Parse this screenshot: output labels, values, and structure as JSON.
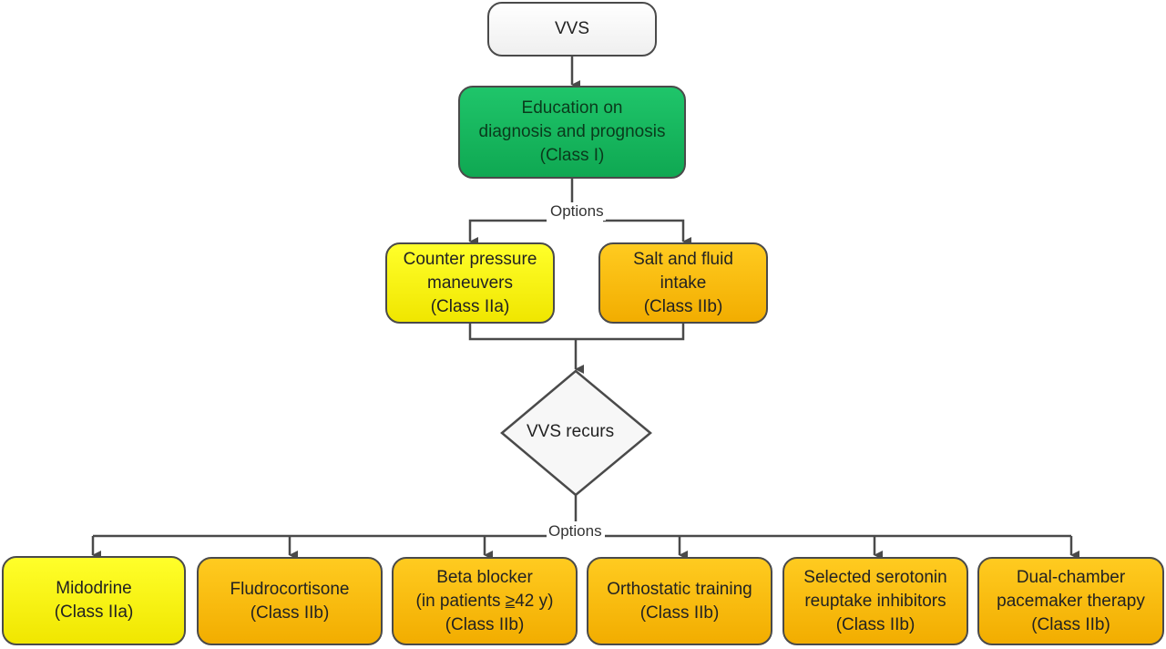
{
  "colors": {
    "class_I": "#12b35c",
    "class_IIa": "#f7f000",
    "class_IIb": "#f8bb10",
    "connector": "#4a4a4a"
  },
  "start": {
    "label": "VVS"
  },
  "education": {
    "lines": [
      "Education on",
      "diagnosis and prognosis",
      "(Class I)"
    ]
  },
  "options_label_1": "Options",
  "first_options": [
    {
      "lines": [
        "Counter pressure",
        "maneuvers",
        "(Class IIa)"
      ],
      "class": "IIa"
    },
    {
      "lines": [
        "Salt and fluid",
        "intake",
        "(Class IIb)"
      ],
      "class": "IIb"
    }
  ],
  "decision": {
    "label": "VVS recurs"
  },
  "options_label_2": "Options",
  "second_options": [
    {
      "lines": [
        "Midodrine",
        "(Class IIa)"
      ],
      "class": "IIa"
    },
    {
      "lines": [
        "Fludrocortisone",
        "(Class IIb)"
      ],
      "class": "IIb"
    },
    {
      "lines": [
        "Beta blocker",
        "(in patients ",
        "≥",
        "42 y)",
        "(Class IIb)"
      ],
      "class": "IIb"
    },
    {
      "lines": [
        "Orthostatic training",
        "(Class IIb)"
      ],
      "class": "IIb"
    },
    {
      "lines": [
        "Selected serotonin",
        "reuptake inhibitors",
        "(Class IIb)"
      ],
      "class": "IIb"
    },
    {
      "lines": [
        "Dual-chamber",
        "pacemaker therapy",
        "(Class IIb)"
      ],
      "class": "IIb"
    }
  ]
}
